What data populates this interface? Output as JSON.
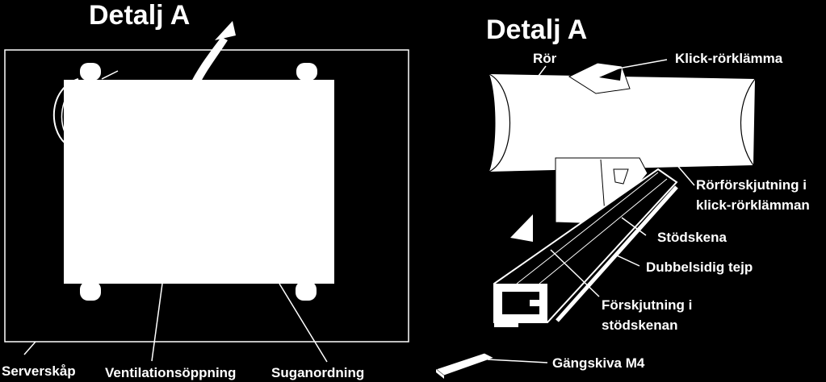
{
  "left_panel": {
    "title": "Detalj A",
    "labels": {
      "server_cabinet": "Serverskåp",
      "ventilation_opening": "Ventilationsöppning",
      "suction_device": "Suganordning"
    }
  },
  "right_panel": {
    "title": "Detalj A",
    "labels": {
      "pipe": "Rör",
      "click_clamp": "Klick-rörklämma",
      "pipe_offset_line1": "Rörförskjutning i",
      "pipe_offset_line2": "klick-rörklämman",
      "support_rail": "Stödskena",
      "double_tape": "Dubbelsidig tejp",
      "rail_offset_line1": "Förskjutning i",
      "rail_offset_line2": "stödskenan",
      "threaded_plate": "Gängskiva M4"
    }
  },
  "colors": {
    "background": "#000000",
    "foreground": "#ffffff"
  }
}
